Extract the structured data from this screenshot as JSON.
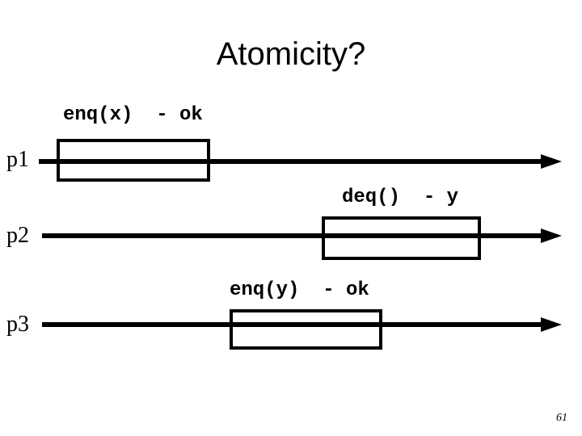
{
  "slide": {
    "title": "Atomicity?",
    "page_number": "61",
    "colors": {
      "background": "#ffffff",
      "ink": "#000000"
    },
    "rows": [
      {
        "name": "p1",
        "operation": "enq(x)  - ok"
      },
      {
        "name": "p2",
        "operation": "deq()  - y"
      },
      {
        "name": "p3",
        "operation": "enq(y)  - ok"
      }
    ]
  }
}
